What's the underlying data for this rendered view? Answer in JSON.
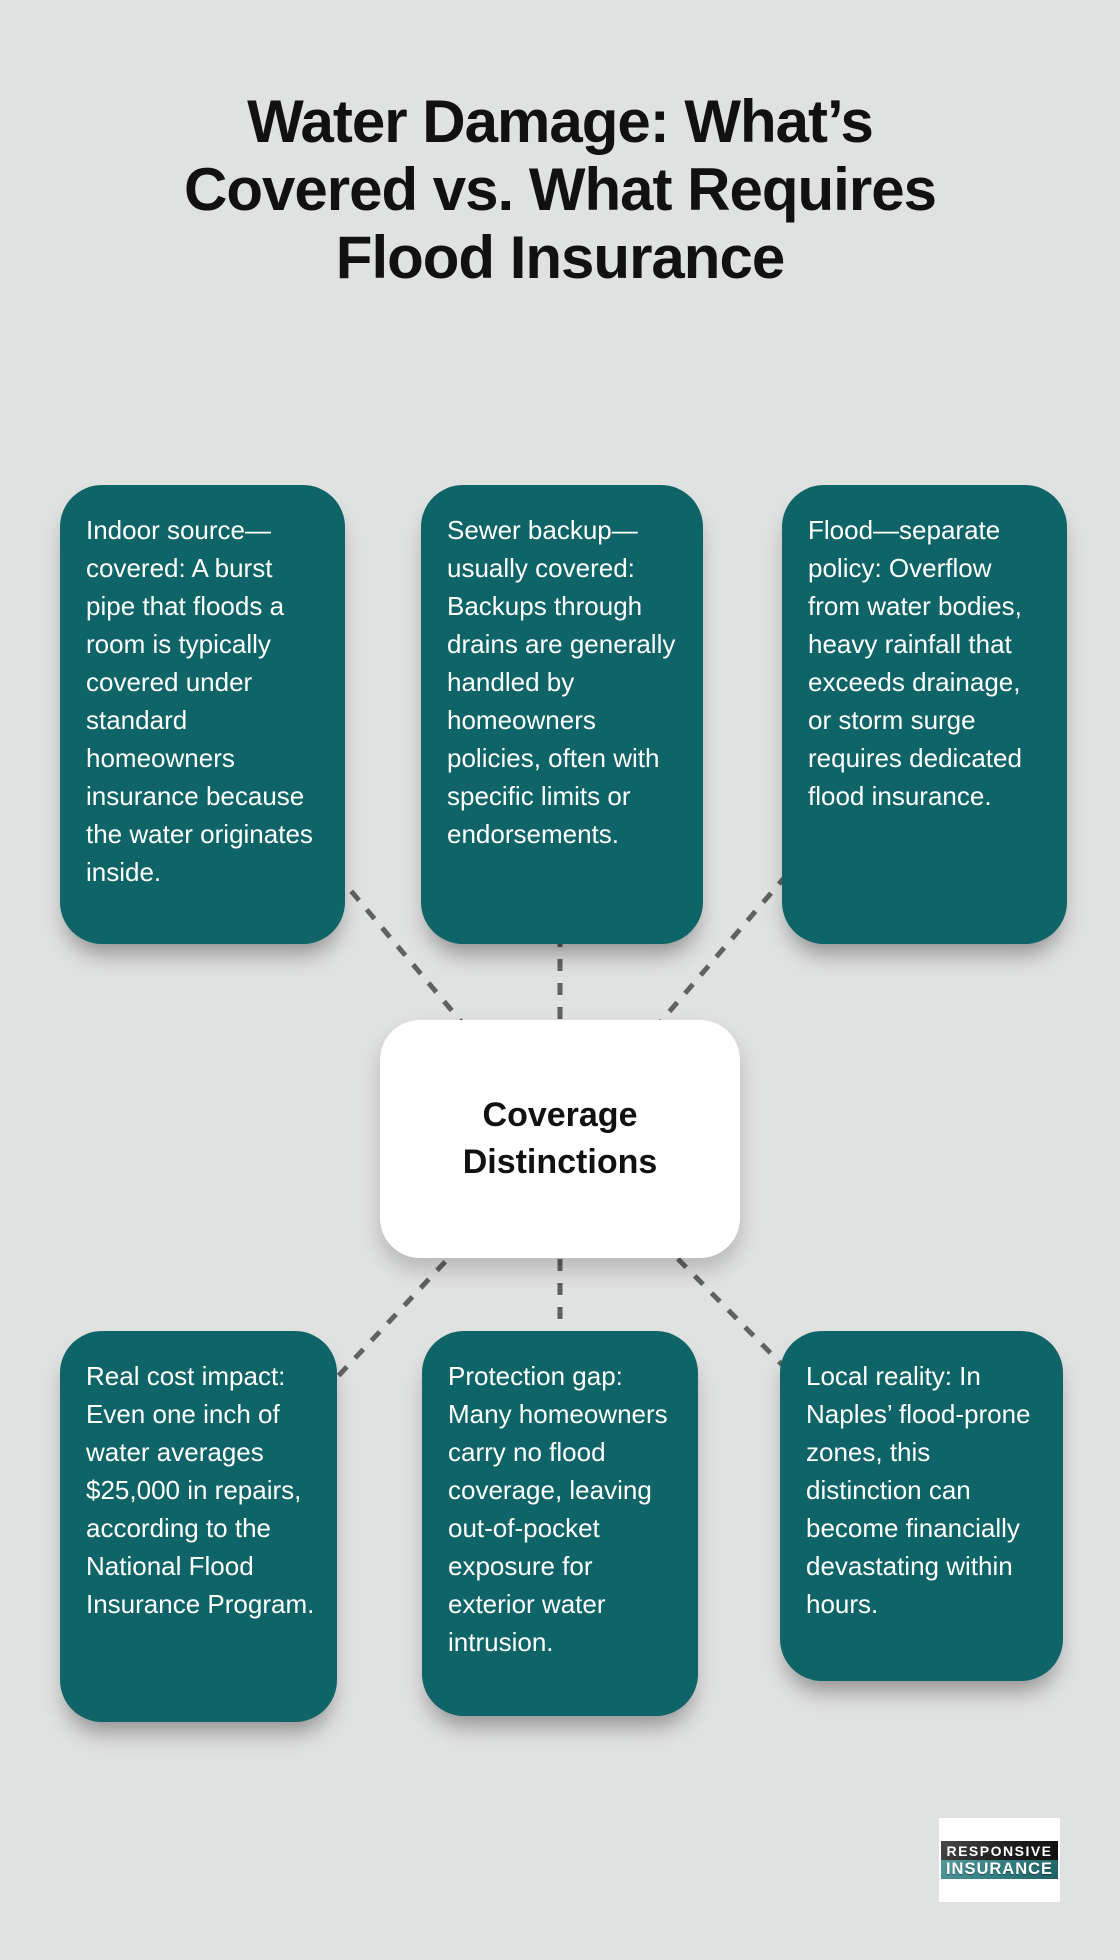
{
  "title": {
    "lines": [
      "Water Damage: What’s",
      "Covered vs. What Requires",
      "Flood Insurance"
    ]
  },
  "center_node": {
    "label": "Coverage Distinctions"
  },
  "nodes": [
    {
      "id": "indoor-source",
      "text": "Indoor source—covered: A burst pipe that floods a room is typically covered under standard homeowners insurance because the water originates inside."
    },
    {
      "id": "sewer-backup",
      "text": "Sewer backup—usually covered: Backups through drains are generally handled by homeowners policies, often with specific limits or endorsements."
    },
    {
      "id": "flood-separate-policy",
      "text": "Flood—separate policy: Overflow from water bodies, heavy rainfall that exceeds drainage, or storm surge requires dedicated flood insurance."
    },
    {
      "id": "real-cost-impact",
      "text": "Real cost impact: Even one inch of water averages $25,000 in repairs, according to the National Flood Insurance Program."
    },
    {
      "id": "protection-gap",
      "text": "Protection gap: Many homeowners carry no flood coverage, leaving out-of-pocket exposure for exterior water intrusion."
    },
    {
      "id": "local-reality",
      "text": "Local reality: In Naples’ flood-prone zones, this distinction can become financially devastating within hours."
    }
  ],
  "logo": {
    "top_text": "RESPONSIVE",
    "bottom_text": "INSURANCE"
  },
  "colors": {
    "box_teal": "#0e6466",
    "page_background": "#e0e1e1",
    "connector_gray": "#606161",
    "logo_teal": "#2e7d80",
    "logo_black": "#1d1d1d",
    "title_text": "#111111",
    "box_text": "#ffffff"
  }
}
